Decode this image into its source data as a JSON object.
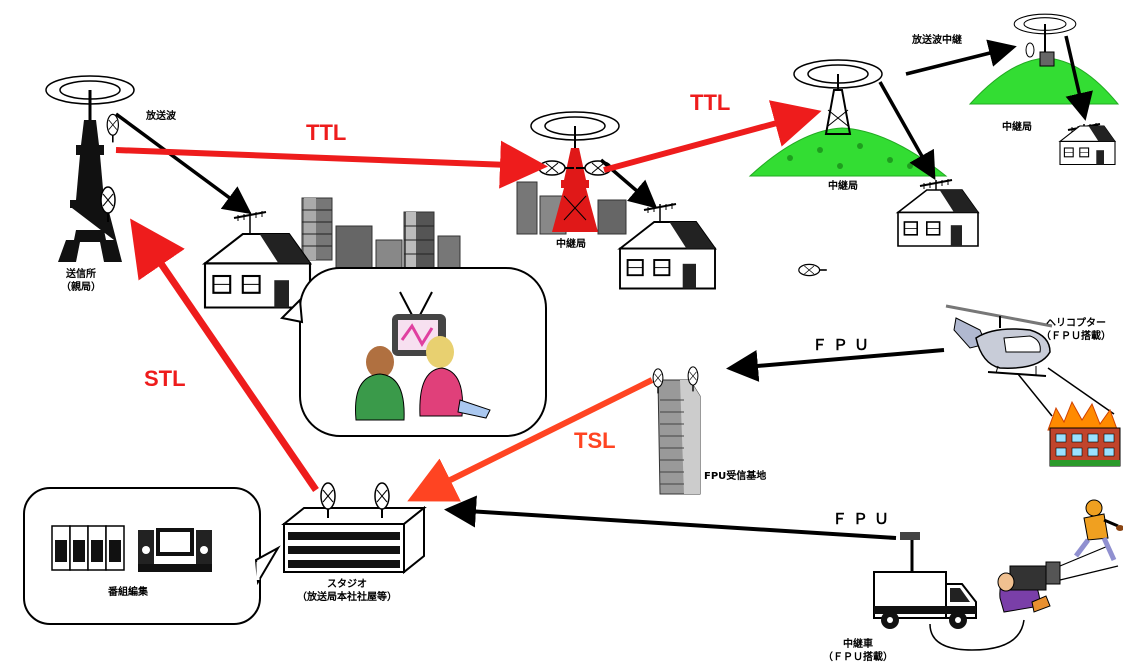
{
  "colors": {
    "red_link": "#ee1c1c",
    "orange_link": "#ff4422",
    "black_link": "#000000",
    "hill_green": "#33dd33",
    "tower_red": "#e01818"
  },
  "links": {
    "ttl_1": "TTL",
    "ttl_2": "TTL",
    "stl": "STL",
    "tsl": "TSL",
    "fpu_heli": "ＦＰＵ",
    "fpu_van": "ＦＰＵ"
  },
  "labels": {
    "broadcast_wave": "放送波",
    "broadcast_relay": "放送波中継",
    "transmitter_line1": "送信所",
    "transmitter_line2": "（親局）",
    "relay_city": "中継局",
    "relay_hill": "中継局",
    "relay_far": "中継局",
    "fpu_base": "FPU受信基地",
    "helicopter_line1": "ヘリコプター",
    "helicopter_line2": "（ＦＰＵ搭載）",
    "studio_line1": "スタジオ",
    "studio_line2": "（放送局本社社屋等）",
    "editing": "番組編集",
    "van_line1": "中継車",
    "van_line2": "（ＦＰＵ搭載）"
  },
  "icons": [
    "transmitter-tower-icon",
    "relay-tower-icon",
    "hill-tower-icon",
    "far-hill-tower-icon",
    "house-icon",
    "city-buildings-icon",
    "tv-viewers-icon",
    "fpu-skyscraper-icon",
    "helicopter-icon",
    "burning-building-icon",
    "studio-building-icon",
    "editing-equipment-icon",
    "relay-van-icon",
    "camera-operator-icon",
    "football-player-icon"
  ]
}
